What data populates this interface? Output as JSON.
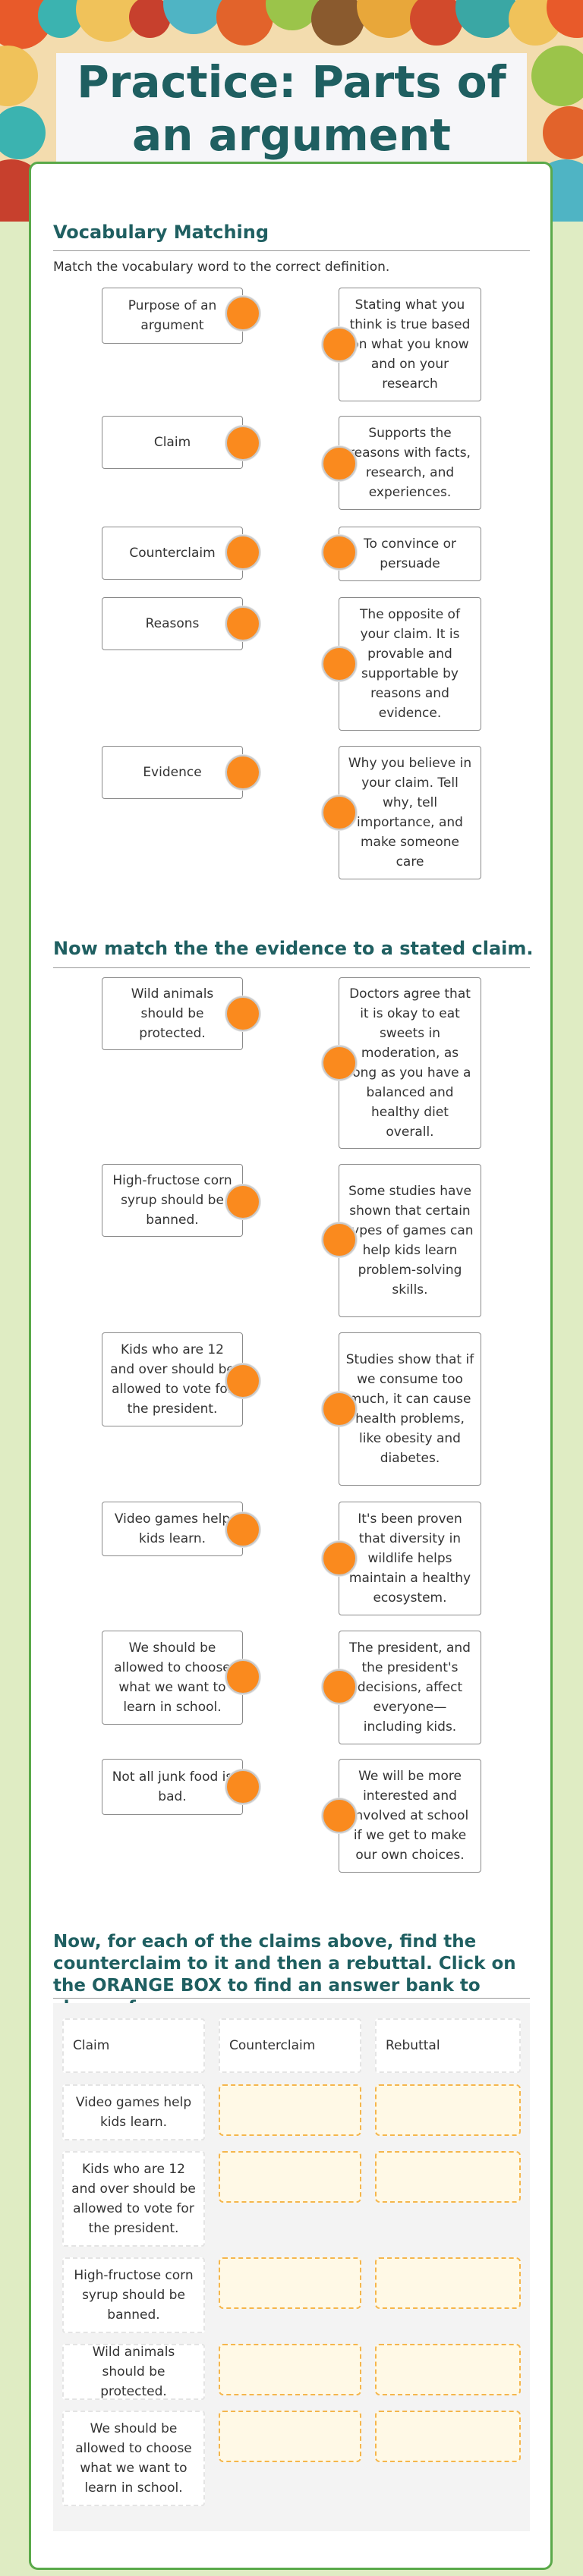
{
  "title": "Practice: Parts of an argument",
  "vocab": {
    "heading": "Vocabulary Matching",
    "instructions": "Match the vocabulary word to the correct definition.",
    "terms": [
      "Purpose of an argument",
      "Claim",
      "Counterclaim",
      "Reasons",
      "Evidence"
    ],
    "definitions": [
      "Stating what you think is true based on what you know and on your research",
      "Supports the reasons with facts, research, and experiences.",
      "To convince or persuade",
      "The opposite of your claim. It is provable and supportable by reasons and evidence.",
      "Why you believe in your claim. Tell why, tell importance, and make someone care"
    ]
  },
  "evidence_match": {
    "heading": "Now match the the evidence to a stated claim.",
    "claims": [
      "Wild animals should be protected.",
      "High-fructose corn syrup should be banned.",
      "Kids who are 12 and over should be allowed to vote for the president.",
      "Video games help kids learn.",
      "We should be allowed to choose what we want to learn in school.",
      "Not all junk food is bad."
    ],
    "evidence": [
      "Doctors agree that it is okay to eat sweets in moderation, as long as you have a balanced and healthy diet overall.",
      "Some studies have shown that certain types of games can help kids learn problem-solving skills.",
      "Studies show that if we consume too much, it can cause health problems, like obesity and diabetes.",
      "It's been proven that diversity in wildlife helps maintain a healthy ecosystem.",
      "The president, and the president's decisions, affect everyone—including kids.",
      "We will be more interested and involved at school if we get to make our own choices."
    ]
  },
  "counterclaim": {
    "heading": "Now, for each of the claims above, find the counterclaim to it and then a rebuttal.  Click on the ORANGE BOX to find an answer bank to choose from.",
    "columns": [
      "Claim",
      "Counterclaim",
      "Rebuttal"
    ],
    "rows": [
      "Video games help kids learn.",
      "Kids who are 12 and over should be allowed to vote for the president.",
      "High-fructose corn syrup should be banned.",
      "Wild animals should be protected.",
      "We should be allowed to choose what we want to learn in school."
    ]
  },
  "colors": {
    "accent": "#fa8a1e",
    "title": "#1f5f61",
    "border": "#5aa94a",
    "background": "#dfecc3"
  }
}
